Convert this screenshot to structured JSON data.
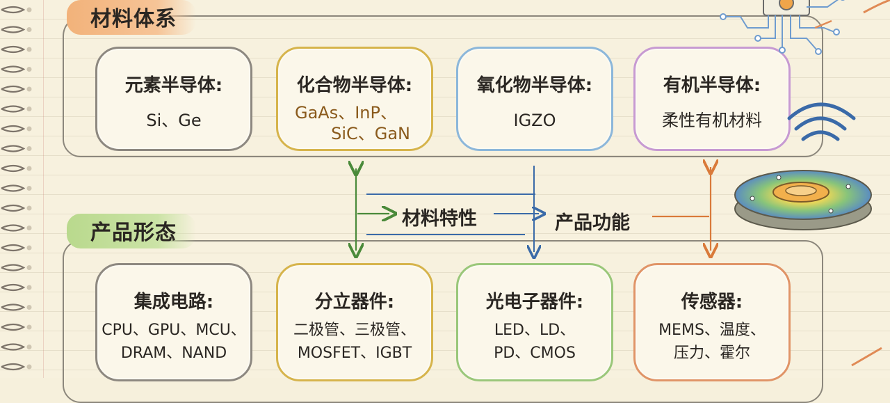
{
  "sections": {
    "materials_title": "材料体系",
    "products_title": "产品形态"
  },
  "materials": [
    {
      "title": "元素半导体:",
      "lines": [
        "Si、Ge"
      ]
    },
    {
      "title": "化合物半导体:",
      "lines": [
        "GaAs、InP、",
        "SiC、GaN"
      ]
    },
    {
      "title": "氧化物半导体:",
      "lines": [
        "IGZO"
      ]
    },
    {
      "title": "有机半导体:",
      "lines": [
        "柔性有机材料"
      ]
    }
  ],
  "products": [
    {
      "title": "集成电路:",
      "lines": [
        "CPU、GPU、MCU、",
        "DRAM、NAND"
      ]
    },
    {
      "title": "分立器件:",
      "lines": [
        "二极管、三极管、",
        "MOSFET、IGBT"
      ]
    },
    {
      "title": "光电子器件:",
      "lines": [
        "LED、LD、",
        "PD、CMOS"
      ]
    },
    {
      "title": "传感器:",
      "lines": [
        "MEMS、温度、",
        "压力、霍尔"
      ]
    }
  ],
  "links": {
    "material_property": "材料特性",
    "product_function": "产品功能"
  },
  "colors": {
    "green_arrow": "#4a8a3a",
    "blue_arrow": "#3a6aa8",
    "orange_arrow": "#d97a3a"
  }
}
